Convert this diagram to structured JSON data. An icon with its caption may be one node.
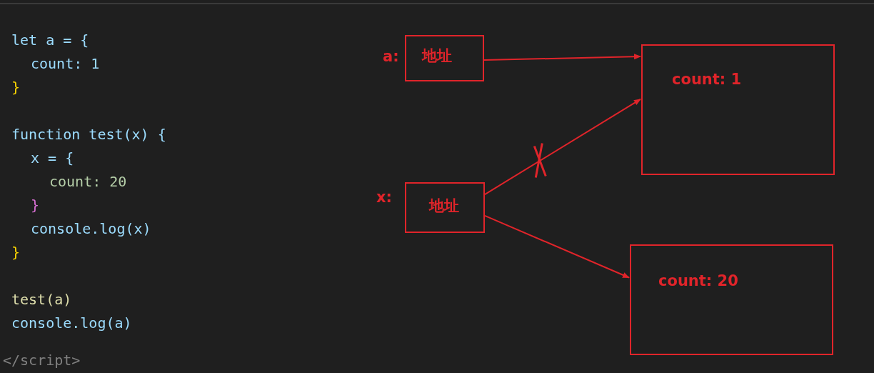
{
  "diagram": {
    "nodes": [
      {
        "text": [
          "地址"
        ],
        "beside": [
          "a:"
        ]
      },
      {
        "text": [
          "地址"
        ],
        "beside": [
          "x:"
        ]
      },
      {
        "text": [
          "count: 1"
        ]
      },
      {
        "text": [
          "count: 20"
        ]
      }
    ],
    "edges": [
      {
        "from": 0,
        "to": 2,
        "arrow": "to"
      },
      {
        "from": 1,
        "to": 2,
        "arrow": "to"
      },
      {
        "from": 1,
        "to": 3,
        "arrow": "to"
      }
    ],
    "labels": [
      "let a = {",
      "count: 1",
      "}",
      "function test(x) {",
      "x = {",
      "count: 20",
      "}",
      "console.log(x)",
      "}",
      "test(a)",
      "console.log(a)",
      "</script>"
    ]
  }
}
